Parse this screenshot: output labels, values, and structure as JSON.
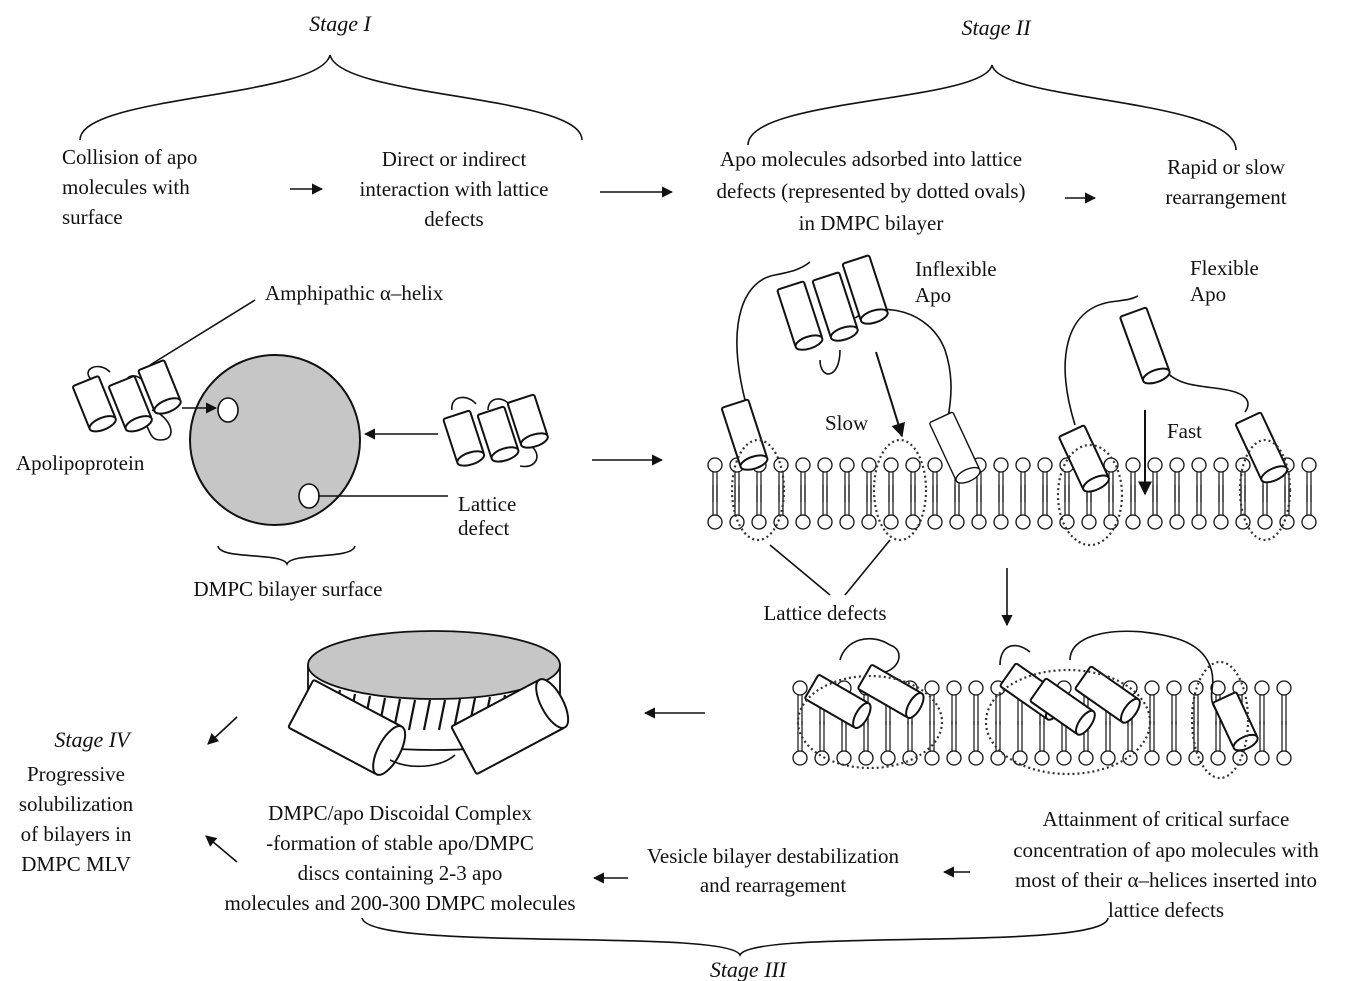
{
  "stages": {
    "stage1": "Stage I",
    "stage2": "Stage II",
    "stage3": "Stage III",
    "stage4": "Stage IV"
  },
  "top_row": {
    "collision": [
      "Collision of apo",
      "molecules  with",
      "surface"
    ],
    "direct": [
      "Direct or indirect",
      "interaction with lattice",
      "defects"
    ],
    "adsorbed": [
      "Apo molecules adsorbed into lattice",
      "defects (represented by dotted ovals)",
      "in DMPC bilayer"
    ],
    "rearrange": [
      "Rapid or slow",
      "rearrangement"
    ]
  },
  "left_panel": {
    "helix": "Amphipathic α–helix",
    "apolipoprotein": "Apolipoprotein",
    "lattice_defect": [
      "Lattice",
      "defect"
    ],
    "surface": "DMPC  bilayer surface"
  },
  "right_panel": {
    "inflexible": [
      "Inflexible",
      "Apo"
    ],
    "flexible": [
      "Flexible",
      "Apo"
    ],
    "slow": "Slow",
    "fast": "Fast",
    "lattice_defects": "Lattice defects"
  },
  "bottom_row": {
    "critical": [
      "Attainment of critical surface",
      "concentration of apo molecules with",
      "most of their α–helices inserted into",
      "lattice defects"
    ],
    "vesicle": [
      "Vesicle bilayer destabilization",
      "and rearragement"
    ],
    "discoidal": [
      "DMPC/apo Discoidal Complex",
      "-formation of stable apo/DMPC",
      "discs containing 2-3 apo",
      "molecules and 200-300 DMPC molecules"
    ],
    "progressive": [
      "Progressive",
      "solubilization",
      "of bilayers in",
      "DMPC MLV"
    ]
  },
  "colors": {
    "disc_fill": "#c6c6c6",
    "ink": "#111111"
  }
}
